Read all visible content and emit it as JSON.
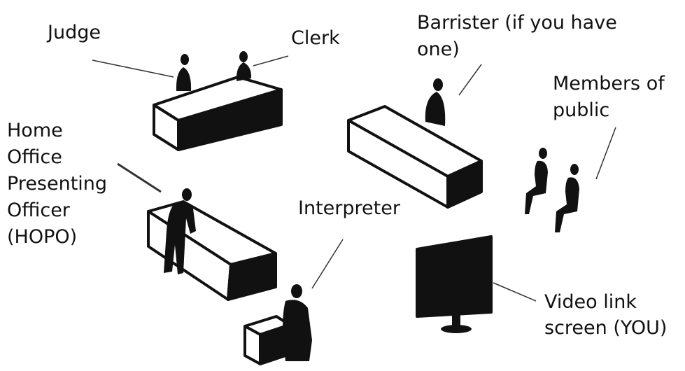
{
  "labels": {
    "judge": "Judge",
    "clerk": "Clerk",
    "barrister_line1": "Barrister  (if you have",
    "barrister_line2": "one)",
    "members_line1": "Members of",
    "members_line2": "public",
    "hopo_line1": "Home",
    "hopo_line2": "Office",
    "hopo_line3": "Presenting",
    "hopo_line4": "Officer",
    "hopo_line5": "(HOPO)",
    "interpreter": "Interpreter",
    "video_line1": "Video link",
    "video_line2": "screen (YOU)"
  },
  "colors": {
    "ink": "#111111",
    "paper": "#ffffff",
    "leader": "#333333"
  }
}
